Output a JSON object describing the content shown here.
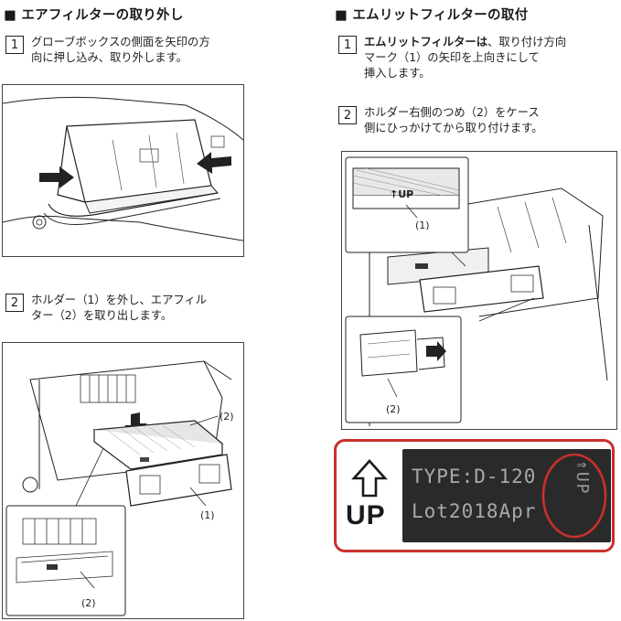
{
  "left": {
    "heading": "■ エアフィルターの取り外し",
    "step1": {
      "num": "1",
      "text": "グローブボックスの側面を矢印の方\n向に押し込み、取り外します。"
    },
    "step2": {
      "num": "2",
      "text": "ホルダー（1）を外し、エアフィル\nター（2）を取り出します。"
    },
    "fig2_labels": {
      "holder": "(1)",
      "filter": "(2)",
      "inset_filter": "(2)"
    }
  },
  "right": {
    "heading": "■ エムリットフィルターの取付",
    "step1": {
      "num": "1",
      "bold": "エムリットフィルターは",
      "rest": "、取り付け方向\nマーク（1）の矢印を上向きにして\n挿入します。"
    },
    "step2": {
      "num": "2",
      "text": "ホルダー右側のつめ（2）をケース\n側にひっかけてから取り付けます。"
    },
    "fig_labels": {
      "up_mark": "↑UP",
      "mark_num": "(1)",
      "claw_num": "(2)"
    },
    "photo": {
      "arrow_icon": "up-arrow-outline-icon",
      "up_text": "UP",
      "line1": "TYPE:D-120",
      "line2": "Lot2018Apr",
      "stamp": "⇑UP",
      "highlight_color": "#c9302c"
    }
  }
}
